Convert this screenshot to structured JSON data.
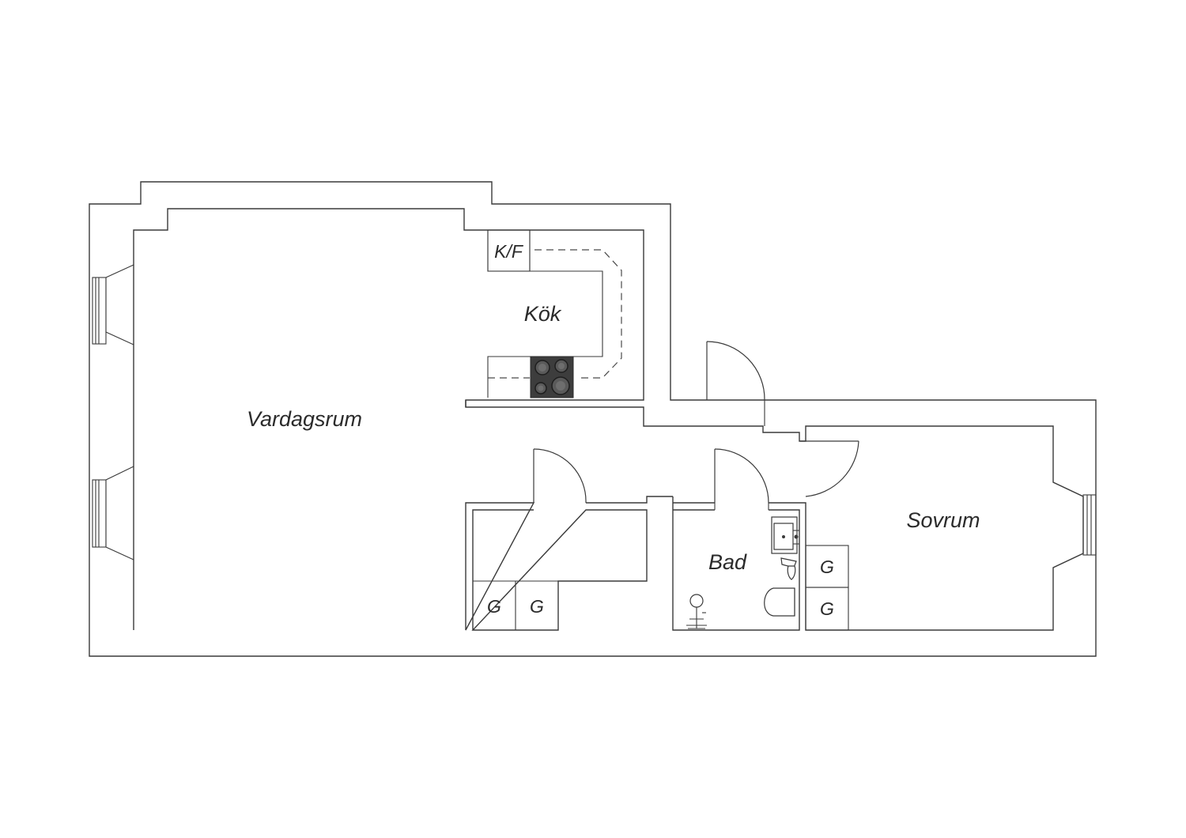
{
  "rooms": {
    "living": "Vardagsrum",
    "kitchen": "Kök",
    "bath": "Bad",
    "bedroom": "Sovrum"
  },
  "fixtures": {
    "fridge_freezer": "K/F",
    "closet": "G"
  },
  "colors": {
    "line": "#3a3a3a",
    "stove": "#3d3d3d",
    "background": "#ffffff"
  }
}
